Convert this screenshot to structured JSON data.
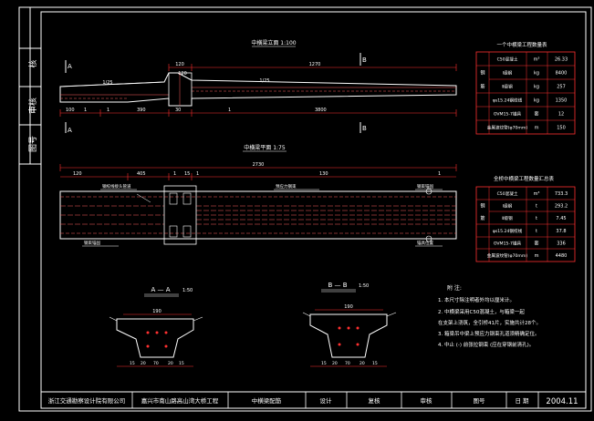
{
  "side_labels": [
    "核",
    "审核",
    "图号"
  ],
  "elevation": {
    "title": "中横梁立面 1:100",
    "section_marks": [
      "A",
      "A",
      "B",
      "B"
    ],
    "dims_top": [
      "120",
      "1270",
      "120"
    ],
    "dims_mid": [
      "1/25",
      "1/25"
    ],
    "dims_bottom": [
      "100",
      "1",
      "1",
      "30",
      "390",
      "1",
      "3800"
    ]
  },
  "plan": {
    "title": "中横梁平面 1:75",
    "overall_dim": "2730",
    "dims": [
      "120",
      "405",
      "1",
      "15",
      "1",
      "130",
      "1"
    ],
    "callouts": [
      "钢绞线接头管道",
      "预应力钢束",
      "钢束锚固",
      "钢束锚固",
      "锚具位置"
    ]
  },
  "table1": {
    "title": "一个中横梁工程数量表",
    "rows": [
      {
        "group": "",
        "name": "C50混凝土",
        "unit": "m³",
        "value": "26.33"
      },
      {
        "group": "钢",
        "name": "Ⅰ级钢",
        "unit": "kg",
        "value": "8400"
      },
      {
        "group": "筋",
        "name": "Ⅱ级钢",
        "unit": "kg",
        "value": "257"
      },
      {
        "group": "",
        "name": "φs15.24钢绞线",
        "unit": "kg",
        "value": "1350"
      },
      {
        "group": "",
        "name": "OVM15-7锚具",
        "unit": "套",
        "value": "12"
      },
      {
        "group": "",
        "name": "金属波纹管(φ70mm)",
        "unit": "m",
        "value": "150"
      }
    ]
  },
  "table2": {
    "title": "全桥中横梁工程数量汇总表",
    "rows": [
      {
        "group": "",
        "name": "C50混凝土",
        "unit": "m³",
        "value": "733.3"
      },
      {
        "group": "钢",
        "name": "Ⅰ级钢",
        "unit": "t",
        "value": "293.2"
      },
      {
        "group": "筋",
        "name": "Ⅱ级钢",
        "unit": "t",
        "value": "7.45"
      },
      {
        "group": "",
        "name": "φs15.24钢绞线",
        "unit": "t",
        "value": "37.8"
      },
      {
        "group": "",
        "name": "OVM15-7锚具",
        "unit": "套",
        "value": "336"
      },
      {
        "group": "",
        "name": "金属波纹管(φ70mm)",
        "unit": "m",
        "value": "4480"
      }
    ]
  },
  "section_aa": {
    "title": "A — A",
    "scale": "1:50",
    "dims": [
      "190",
      "15",
      "20",
      "70",
      "20",
      "15"
    ]
  },
  "section_bb": {
    "title": "B — B",
    "scale": "1:50",
    "dims": [
      "190",
      "15",
      "20",
      "70",
      "20",
      "15"
    ]
  },
  "notes": {
    "heading": "附  注:",
    "items": [
      "1. 本尺寸除注明者外均以厘米计。",
      "2. 中横梁采用C50混凝土，与箱梁一起",
      "   在支架上浇筑，全引桥41片，实施共计28个。",
      "3. 箱梁吊中梁上预应力钢束孔道须精确定位。",
      "4. 中止 (-) 前张拉钢束 (应在穿钢前清孔)。"
    ]
  },
  "title_block": {
    "company": "浙江交通勘察设计院有限公司",
    "project": "嘉兴市南山路高山湾大桥工程",
    "drawing": "中横梁配筋",
    "design_label": "设计",
    "review_label": "复核",
    "check_label": "审核",
    "sheet_label": "图号",
    "date_label": "日 期",
    "date": "2004.11"
  }
}
